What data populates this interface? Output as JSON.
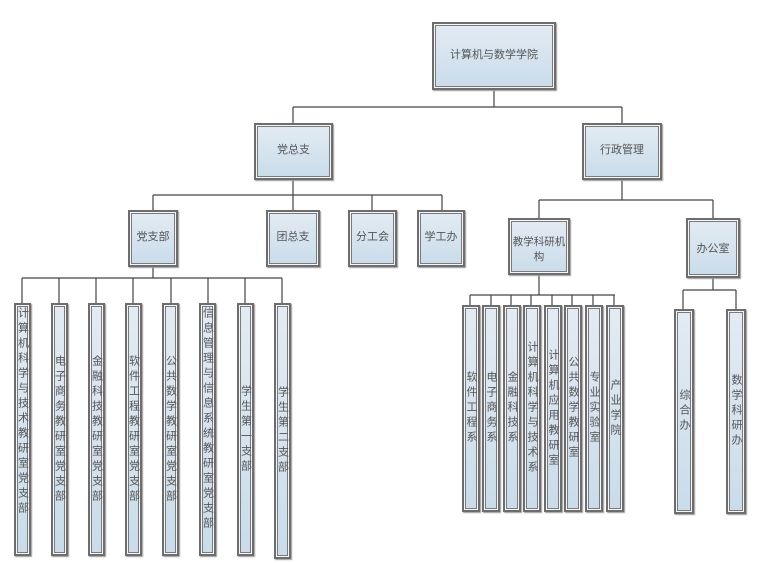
{
  "root": {
    "label": "计算机与数学学院"
  },
  "party": {
    "label": "党总支",
    "children": [
      {
        "label": "党支部"
      },
      {
        "label": "团总支"
      },
      {
        "label": "分工会"
      },
      {
        "label": "学工办"
      }
    ],
    "branches": [
      {
        "label": "计算机科学与技术教研室党支部"
      },
      {
        "label": "电子商务教研室党支部"
      },
      {
        "label": "金融科技教研室党支部"
      },
      {
        "label": "软件工程教研室党支部"
      },
      {
        "label": "公共数学教研室党支部"
      },
      {
        "label": "信息管理与信息系统教研室党支部"
      },
      {
        "label": "学生第一支部"
      },
      {
        "label": "学生第二支部"
      }
    ]
  },
  "admin": {
    "label": "行政管理",
    "teaching": {
      "label": "教学科研机构",
      "children": [
        {
          "label": "软件工程系"
        },
        {
          "label": "电子商务系"
        },
        {
          "label": "金融科技系"
        },
        {
          "label": "计算机科学与技术系"
        },
        {
          "label": "计算机应用教研室"
        },
        {
          "label": "公共数学教研室"
        },
        {
          "label": "专业实验室"
        },
        {
          "label": "产业学院"
        }
      ]
    },
    "office": {
      "label": "办公室",
      "children": [
        {
          "label": "综合办"
        },
        {
          "label": "数学科研办"
        }
      ]
    }
  },
  "colors": {
    "box_fill_top": "#e3ebf3",
    "box_fill_bottom": "#c9dcea",
    "border": "#6d6d6d",
    "line": "#333333"
  }
}
